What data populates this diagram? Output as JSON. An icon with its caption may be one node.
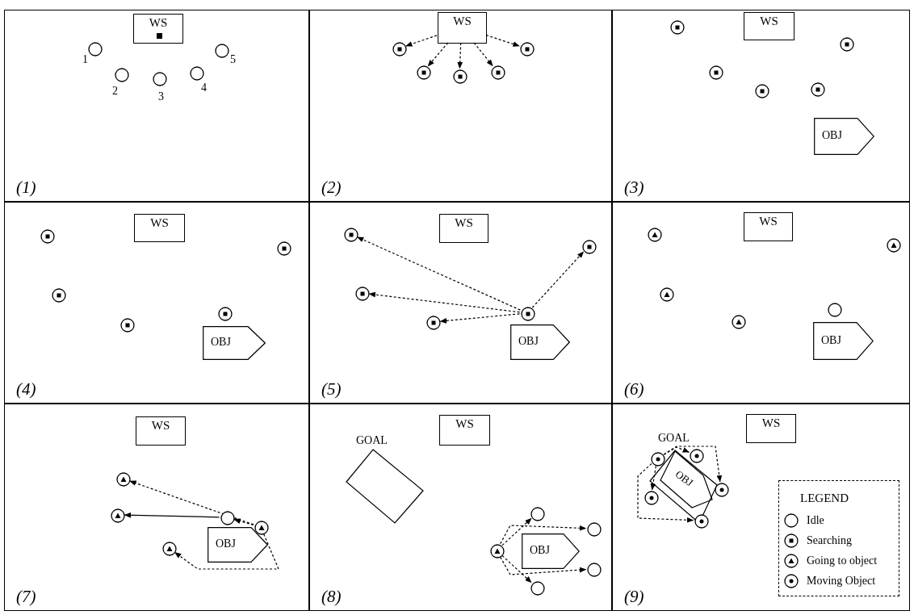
{
  "diagram": {
    "nodes": [
      {
        "text": [
          "(1)"
        ]
      },
      {
        "text": [
          "WS"
        ],
        "in": 0
      },
      {
        "text": [],
        "shape": "circle",
        "in": 0,
        "beside": [
          "1"
        ]
      },
      {
        "text": [],
        "shape": "circle",
        "in": 0,
        "beside": [
          "2"
        ]
      },
      {
        "text": [],
        "shape": "circle",
        "in": 0,
        "beside": [
          "3"
        ]
      },
      {
        "text": [],
        "shape": "circle",
        "in": 0,
        "beside": [
          "4"
        ]
      },
      {
        "text": [],
        "shape": "circle",
        "in": 0,
        "beside": [
          "5"
        ]
      },
      {
        "text": [
          "(2)"
        ]
      },
      {
        "text": [
          "WS"
        ],
        "in": 7
      },
      {
        "text": [],
        "shape": "circle",
        "in": 7
      },
      {
        "text": [],
        "shape": "circle",
        "in": 7
      },
      {
        "text": [],
        "shape": "circle",
        "in": 7
      },
      {
        "text": [],
        "shape": "circle",
        "in": 7
      },
      {
        "text": [],
        "shape": "circle",
        "in": 7
      },
      {
        "text": [
          "(3)"
        ]
      },
      {
        "text": [
          "WS"
        ],
        "in": 14
      },
      {
        "text": [],
        "shape": "circle",
        "in": 14
      },
      {
        "text": [],
        "shape": "circle",
        "in": 14
      },
      {
        "text": [],
        "shape": "circle",
        "in": 14
      },
      {
        "text": [],
        "shape": "circle",
        "in": 14
      },
      {
        "text": [],
        "shape": "circle",
        "in": 14
      },
      {
        "text": [
          "OBJ"
        ],
        "in": 14
      },
      {
        "text": [
          "(4)"
        ]
      },
      {
        "text": [
          "WS"
        ],
        "in": 22
      },
      {
        "text": [],
        "shape": "circle",
        "in": 22
      },
      {
        "text": [],
        "shape": "circle",
        "in": 22
      },
      {
        "text": [],
        "shape": "circle",
        "in": 22
      },
      {
        "text": [],
        "shape": "circle",
        "in": 22
      },
      {
        "text": [],
        "shape": "circle",
        "in": 22
      },
      {
        "text": [
          "OBJ"
        ],
        "in": 22
      },
      {
        "text": [
          "(5)"
        ]
      },
      {
        "text": [
          "WS"
        ],
        "in": 30
      },
      {
        "text": [],
        "shape": "circle",
        "in": 30
      },
      {
        "text": [],
        "shape": "circle",
        "in": 30
      },
      {
        "text": [],
        "shape": "circle",
        "in": 30
      },
      {
        "text": [],
        "shape": "circle",
        "in": 30
      },
      {
        "text": [],
        "shape": "circle",
        "in": 30
      },
      {
        "text": [
          "OBJ"
        ],
        "in": 30
      },
      {
        "text": [
          "(6)"
        ]
      },
      {
        "text": [
          "WS"
        ],
        "in": 38
      },
      {
        "text": [],
        "shape": "circle",
        "in": 38
      },
      {
        "text": [],
        "shape": "circle",
        "in": 38
      },
      {
        "text": [],
        "shape": "circle",
        "in": 38
      },
      {
        "text": [],
        "shape": "circle",
        "in": 38
      },
      {
        "text": [],
        "shape": "circle",
        "in": 38
      },
      {
        "text": [
          "OBJ"
        ],
        "in": 38
      },
      {
        "text": [
          "(7)"
        ]
      },
      {
        "text": [
          "WS"
        ],
        "in": 46
      },
      {
        "text": [],
        "shape": "circle",
        "in": 46
      },
      {
        "text": [],
        "shape": "circle",
        "in": 46
      },
      {
        "text": [],
        "shape": "circle",
        "in": 46
      },
      {
        "text": [],
        "shape": "circle",
        "in": 46
      },
      {
        "text": [],
        "shape": "circle",
        "in": 46
      },
      {
        "text": [
          "OBJ"
        ],
        "in": 46
      },
      {
        "text": [
          "(8)"
        ]
      },
      {
        "text": [
          "WS"
        ],
        "in": 54
      },
      {
        "text": [
          "GOAL"
        ],
        "in": 54
      },
      {
        "text": [],
        "shape": "circle",
        "in": 54
      },
      {
        "text": [],
        "shape": "circle",
        "in": 54
      },
      {
        "text": [],
        "shape": "circle",
        "in": 54
      },
      {
        "text": [],
        "shape": "circle",
        "in": 54
      },
      {
        "text": [],
        "shape": "circle",
        "in": 54
      },
      {
        "text": [
          "OBJ"
        ],
        "in": 54
      },
      {
        "text": [
          "(9)"
        ]
      },
      {
        "text": [
          "WS"
        ],
        "in": 63
      },
      {
        "text": [
          "GOAL"
        ],
        "in": 63
      },
      {
        "text": [
          "OBJ"
        ],
        "in": 65
      },
      {
        "text": [],
        "shape": "circle",
        "in": 63
      },
      {
        "text": [],
        "shape": "circle",
        "in": 63
      },
      {
        "text": [],
        "shape": "circle",
        "in": 63
      },
      {
        "text": [],
        "shape": "circle",
        "in": 63
      },
      {
        "text": [],
        "shape": "circle",
        "in": 63
      }
    ],
    "edges": [
      {
        "from": 8,
        "to": 9,
        "arrow": "to",
        "style": "dashed"
      },
      {
        "from": 8,
        "to": 10,
        "arrow": "to",
        "style": "dashed"
      },
      {
        "from": 8,
        "to": 11,
        "arrow": "to",
        "style": "dashed"
      },
      {
        "from": 8,
        "to": 12,
        "arrow": "to",
        "style": "dashed"
      },
      {
        "from": 8,
        "to": 13,
        "arrow": "to",
        "style": "dashed"
      },
      {
        "from": 36,
        "to": 32,
        "arrow": "to",
        "style": "dashed"
      },
      {
        "from": 36,
        "to": 33,
        "arrow": "to",
        "style": "dashed"
      },
      {
        "from": 36,
        "to": 34,
        "arrow": "to",
        "style": "dashed"
      },
      {
        "from": 36,
        "to": 35,
        "arrow": "to",
        "style": "dashed"
      },
      {
        "from": 51,
        "to": 48,
        "arrow": "to",
        "style": "dashed"
      },
      {
        "from": 50,
        "to": 49,
        "arrow": "to"
      },
      {
        "from": 51,
        "to": 52,
        "arrow": "to",
        "style": "dashed"
      },
      {
        "from": 51,
        "to": 50,
        "arrow": "to",
        "style": "dashed"
      },
      {
        "from": 59,
        "to": 57,
        "arrow": "to",
        "style": "dashed"
      },
      {
        "from": 59,
        "to": 58,
        "arrow": "to",
        "style": "dashed"
      },
      {
        "from": 59,
        "to": 60,
        "arrow": "to",
        "style": "dashed"
      },
      {
        "from": 59,
        "to": 61,
        "arrow": "to",
        "style": "dashed"
      },
      {
        "from": 67,
        "to": 68,
        "arrow": "to",
        "style": "dashed"
      },
      {
        "from": 67,
        "to": 69,
        "arrow": "to",
        "style": "dashed"
      },
      {
        "from": 67,
        "to": 71,
        "arrow": "to",
        "style": "dashed"
      },
      {
        "from": 67,
        "to": 70,
        "arrow": "to",
        "style": "dashed"
      }
    ],
    "labels": [
      "LEGEND"
    ],
    "legend": [
      {
        "text": "Idle"
      },
      {
        "text": "Searching"
      },
      {
        "text": "Going to object"
      },
      {
        "text": "Moving Object"
      }
    ]
  }
}
